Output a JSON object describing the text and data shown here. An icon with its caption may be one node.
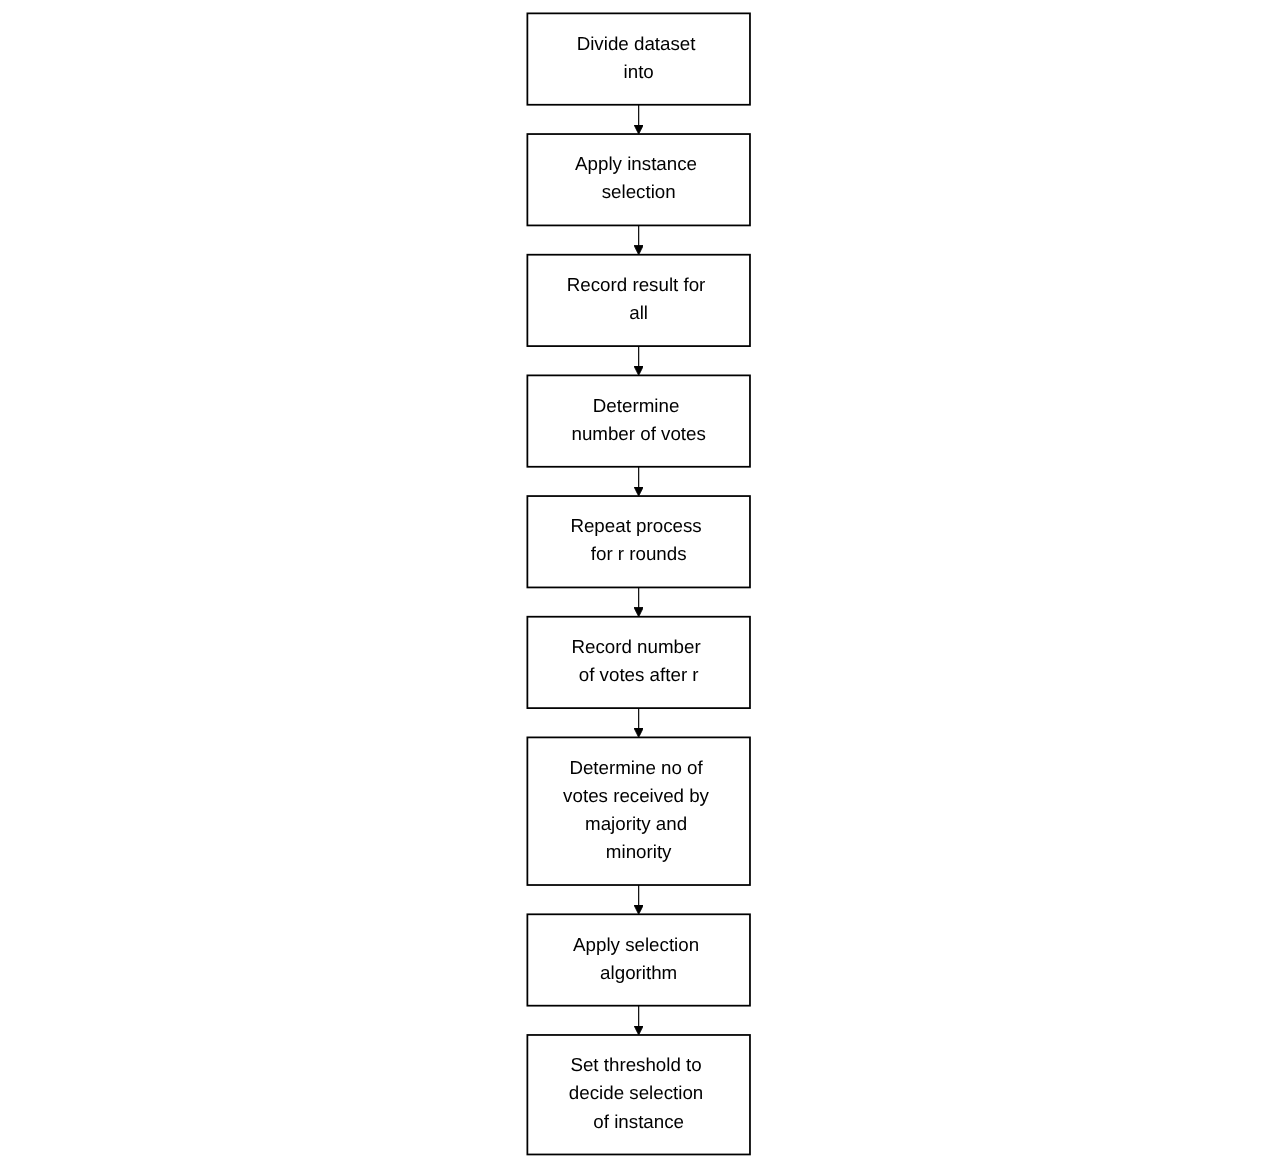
{
  "diagram": {
    "nodes": [
      {
        "text": [
          "Divide dataset into"
        ]
      },
      {
        "text": [
          "Apply instance selection"
        ]
      },
      {
        "text": [
          "Record result for all"
        ]
      },
      {
        "text": [
          "Determine number of votes"
        ]
      },
      {
        "text": [
          "Repeat process for r rounds"
        ]
      },
      {
        "text": [
          "Record number of votes after r"
        ]
      },
      {
        "text": [
          "Determine no of votes received by majority and minority"
        ]
      },
      {
        "text": [
          "Apply selection algorithm"
        ]
      },
      {
        "text": [
          "Set threshold to decide selection of instance"
        ]
      }
    ],
    "edges": [
      {
        "from": 0,
        "to": 1,
        "arrow": "to"
      },
      {
        "from": 1,
        "to": 2,
        "arrow": "to"
      },
      {
        "from": 2,
        "to": 3,
        "arrow": "to"
      },
      {
        "from": 3,
        "to": 4,
        "arrow": "to"
      },
      {
        "from": 4,
        "to": 5,
        "arrow": "to"
      },
      {
        "from": 5,
        "to": 6,
        "arrow": "to"
      },
      {
        "from": 6,
        "to": 7,
        "arrow": "to"
      },
      {
        "from": 7,
        "to": 8,
        "arrow": "to"
      }
    ]
  }
}
